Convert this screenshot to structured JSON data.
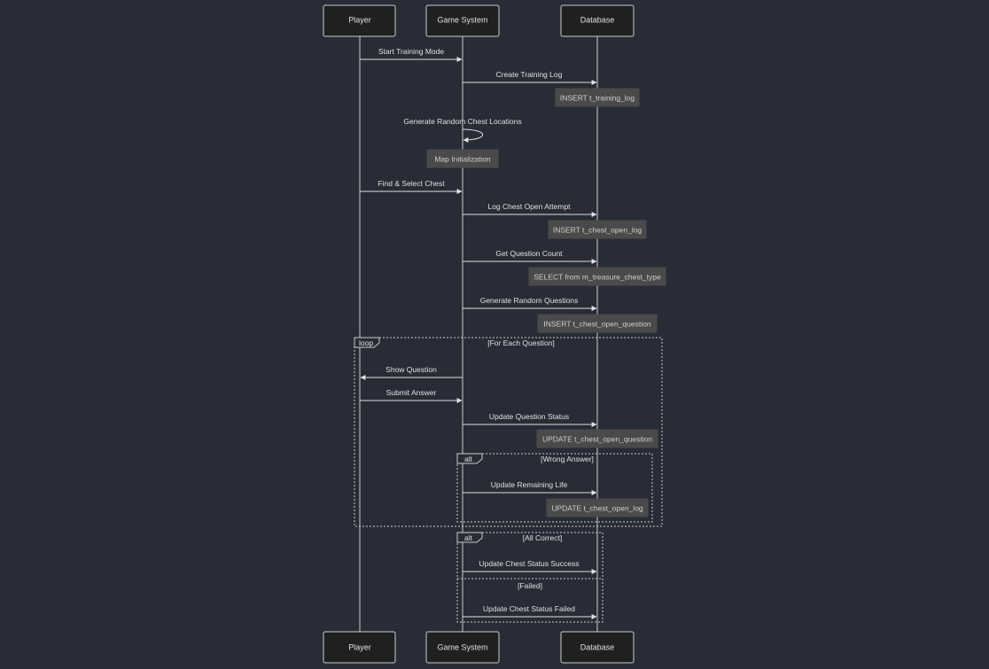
{
  "actors": [
    {
      "id": "player",
      "label": "Player"
    },
    {
      "id": "game",
      "label": "Game System"
    },
    {
      "id": "db",
      "label": "Database"
    }
  ],
  "messages": [
    {
      "from": "player",
      "to": "game",
      "label": "Start Training Mode"
    },
    {
      "from": "game",
      "to": "db",
      "label": "Create Training Log"
    },
    {
      "from": "game",
      "to": "game",
      "label": "Generate Random Chest Locations"
    },
    {
      "from": "player",
      "to": "game",
      "label": "Find & Select Chest"
    },
    {
      "from": "game",
      "to": "db",
      "label": "Log Chest Open Attempt"
    },
    {
      "from": "game",
      "to": "db",
      "label": "Get Question Count"
    },
    {
      "from": "game",
      "to": "db",
      "label": "Generate Random Questions"
    },
    {
      "from": "game",
      "to": "player",
      "label": "Show Question"
    },
    {
      "from": "player",
      "to": "game",
      "label": "Submit Answer"
    },
    {
      "from": "game",
      "to": "db",
      "label": "Update Question Status"
    },
    {
      "from": "game",
      "to": "db",
      "label": "Update Remaining Life"
    },
    {
      "from": "game",
      "to": "db",
      "label": "Update Chest Status Success"
    },
    {
      "from": "game",
      "to": "db",
      "label": "Update Chest Status Failed"
    }
  ],
  "notes": [
    {
      "over": "db",
      "label": "INSERT t_training_log"
    },
    {
      "over": "game",
      "label": "Map Initialization"
    },
    {
      "over": "db",
      "label": "INSERT t_chest_open_log"
    },
    {
      "over": "db",
      "label": "SELECT from m_treasure_chest_type"
    },
    {
      "over": "db",
      "label": "INSERT t_chest_open_question"
    },
    {
      "over": "db",
      "label": "UPDATE t_chest_open_question"
    },
    {
      "over": "db",
      "label": "UPDATE t_chest_open_log"
    }
  ],
  "frames": [
    {
      "kind": "loop",
      "condition": "[For Each Question]"
    },
    {
      "kind": "alt",
      "condition": "[Wrong Answer]"
    },
    {
      "kind": "alt",
      "condition": "[All Correct]",
      "else_condition": "[Failed]"
    }
  ],
  "colors": {
    "background": "#282c36",
    "actor_fill": "#1f2020",
    "line": "#cccccc",
    "note_fill": "#4a4a4a",
    "text": "#e0e0e0"
  }
}
